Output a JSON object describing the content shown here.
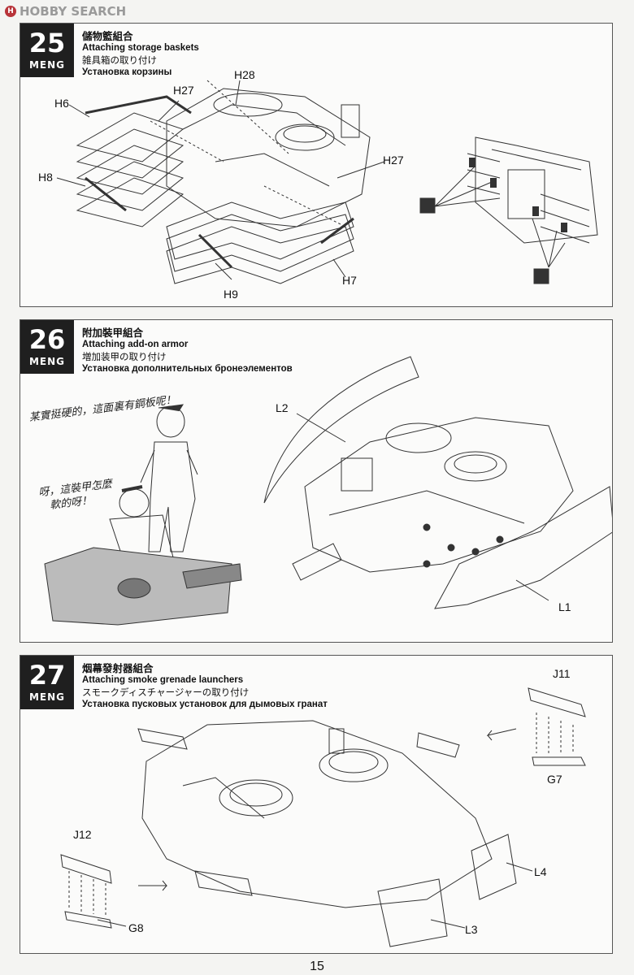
{
  "watermark": {
    "logo_glyph": "H",
    "text": "HOBBY SEARCH"
  },
  "brand": "MENG",
  "steps": [
    {
      "number": "25",
      "title_zh": "儲物籃組合",
      "title_en": "Attaching storage baskets",
      "title_ja": "雑具箱の取り付け",
      "title_ru": "Установка корзины",
      "labels": [
        "H28",
        "H6",
        "H27",
        "H27",
        "H8",
        "H9",
        "H7"
      ]
    },
    {
      "number": "26",
      "title_zh": "附加裝甲組合",
      "title_en": "Attaching add-on armor",
      "title_ja": "増加装甲の取り付け",
      "title_ru": "Установка дополнительных бронеэлементов",
      "labels": [
        "L2",
        "L1"
      ],
      "comic_text_1": "某實挺硬的，這面裏有鋼板呢！",
      "comic_text_2a": "呀，這裝甲怎麼",
      "comic_text_2b": "軟的呀！"
    },
    {
      "number": "27",
      "title_zh": "烟幕發射器組合",
      "title_en": "Attaching smoke grenade launchers",
      "title_ja": "スモークディスチャージャーの取り付け",
      "title_ru": "Установка пусковых установок для дымовых гранат",
      "labels": [
        "J11",
        "G7",
        "J12",
        "L4",
        "G8",
        "L3"
      ]
    }
  ],
  "page_number": "15"
}
